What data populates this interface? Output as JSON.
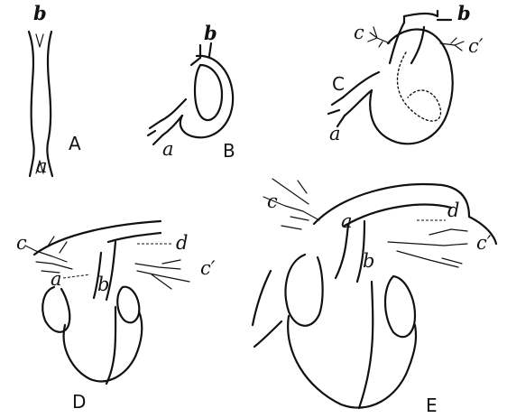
{
  "panels": {
    "A": {
      "caption": "A",
      "labels": {
        "b": "b",
        "a": "a"
      }
    },
    "B": {
      "caption": "B",
      "labels": {
        "b": "b",
        "a": "a"
      }
    },
    "C": {
      "caption": "C",
      "labels": {
        "b": "b",
        "c": "c",
        "c_prime": "c′",
        "a": "a"
      }
    },
    "D": {
      "caption": "D",
      "labels": {
        "c": "c",
        "d": "d",
        "a": "a",
        "b": "b",
        "c_prime": "c′"
      }
    },
    "E": {
      "caption": "E",
      "labels": {
        "c": "c",
        "a": "a",
        "d": "d",
        "b": "b",
        "c_prime": "c′"
      }
    }
  }
}
